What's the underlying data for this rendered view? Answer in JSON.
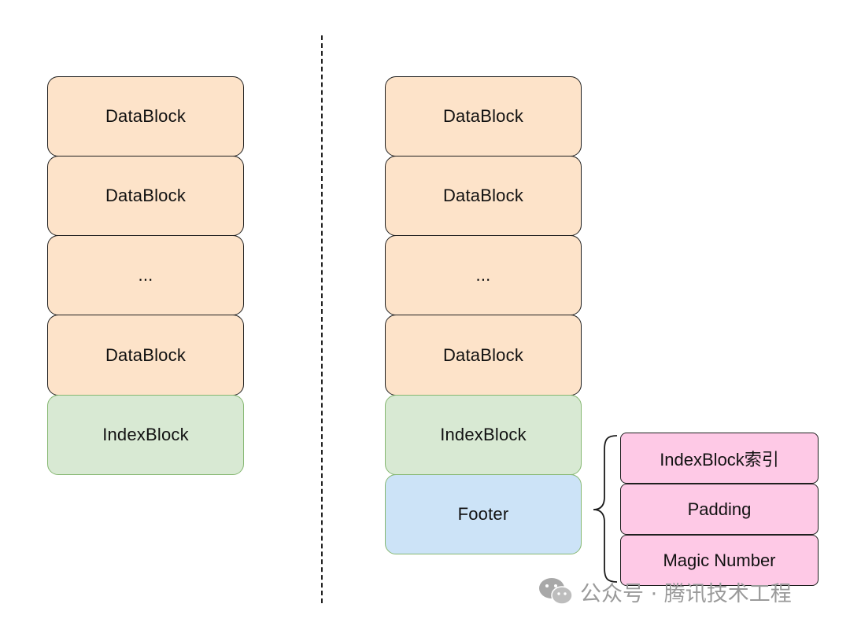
{
  "left_stack": {
    "blocks": [
      {
        "label": "DataBlock",
        "kind": "data"
      },
      {
        "label": "DataBlock",
        "kind": "data"
      },
      {
        "label": "...",
        "kind": "data"
      },
      {
        "label": "DataBlock",
        "kind": "data"
      },
      {
        "label": "IndexBlock",
        "kind": "index"
      }
    ]
  },
  "right_stack": {
    "blocks": [
      {
        "label": "DataBlock",
        "kind": "data"
      },
      {
        "label": "DataBlock",
        "kind": "data"
      },
      {
        "label": "...",
        "kind": "data"
      },
      {
        "label": "DataBlock",
        "kind": "data"
      },
      {
        "label": "IndexBlock",
        "kind": "index"
      },
      {
        "label": "Footer",
        "kind": "footer"
      }
    ]
  },
  "footer_detail": {
    "items": [
      {
        "label": "IndexBlock索引"
      },
      {
        "label": "Padding"
      },
      {
        "label": "Magic Number"
      }
    ]
  },
  "watermark": {
    "text": "公众号 · 腾讯技术工程",
    "icon": "wechat-icon"
  },
  "colors": {
    "data_fill": "#fde3c9",
    "index_fill": "#d8e9d3",
    "footer_fill": "#cce3f7",
    "detail_fill": "#fec9e6"
  }
}
